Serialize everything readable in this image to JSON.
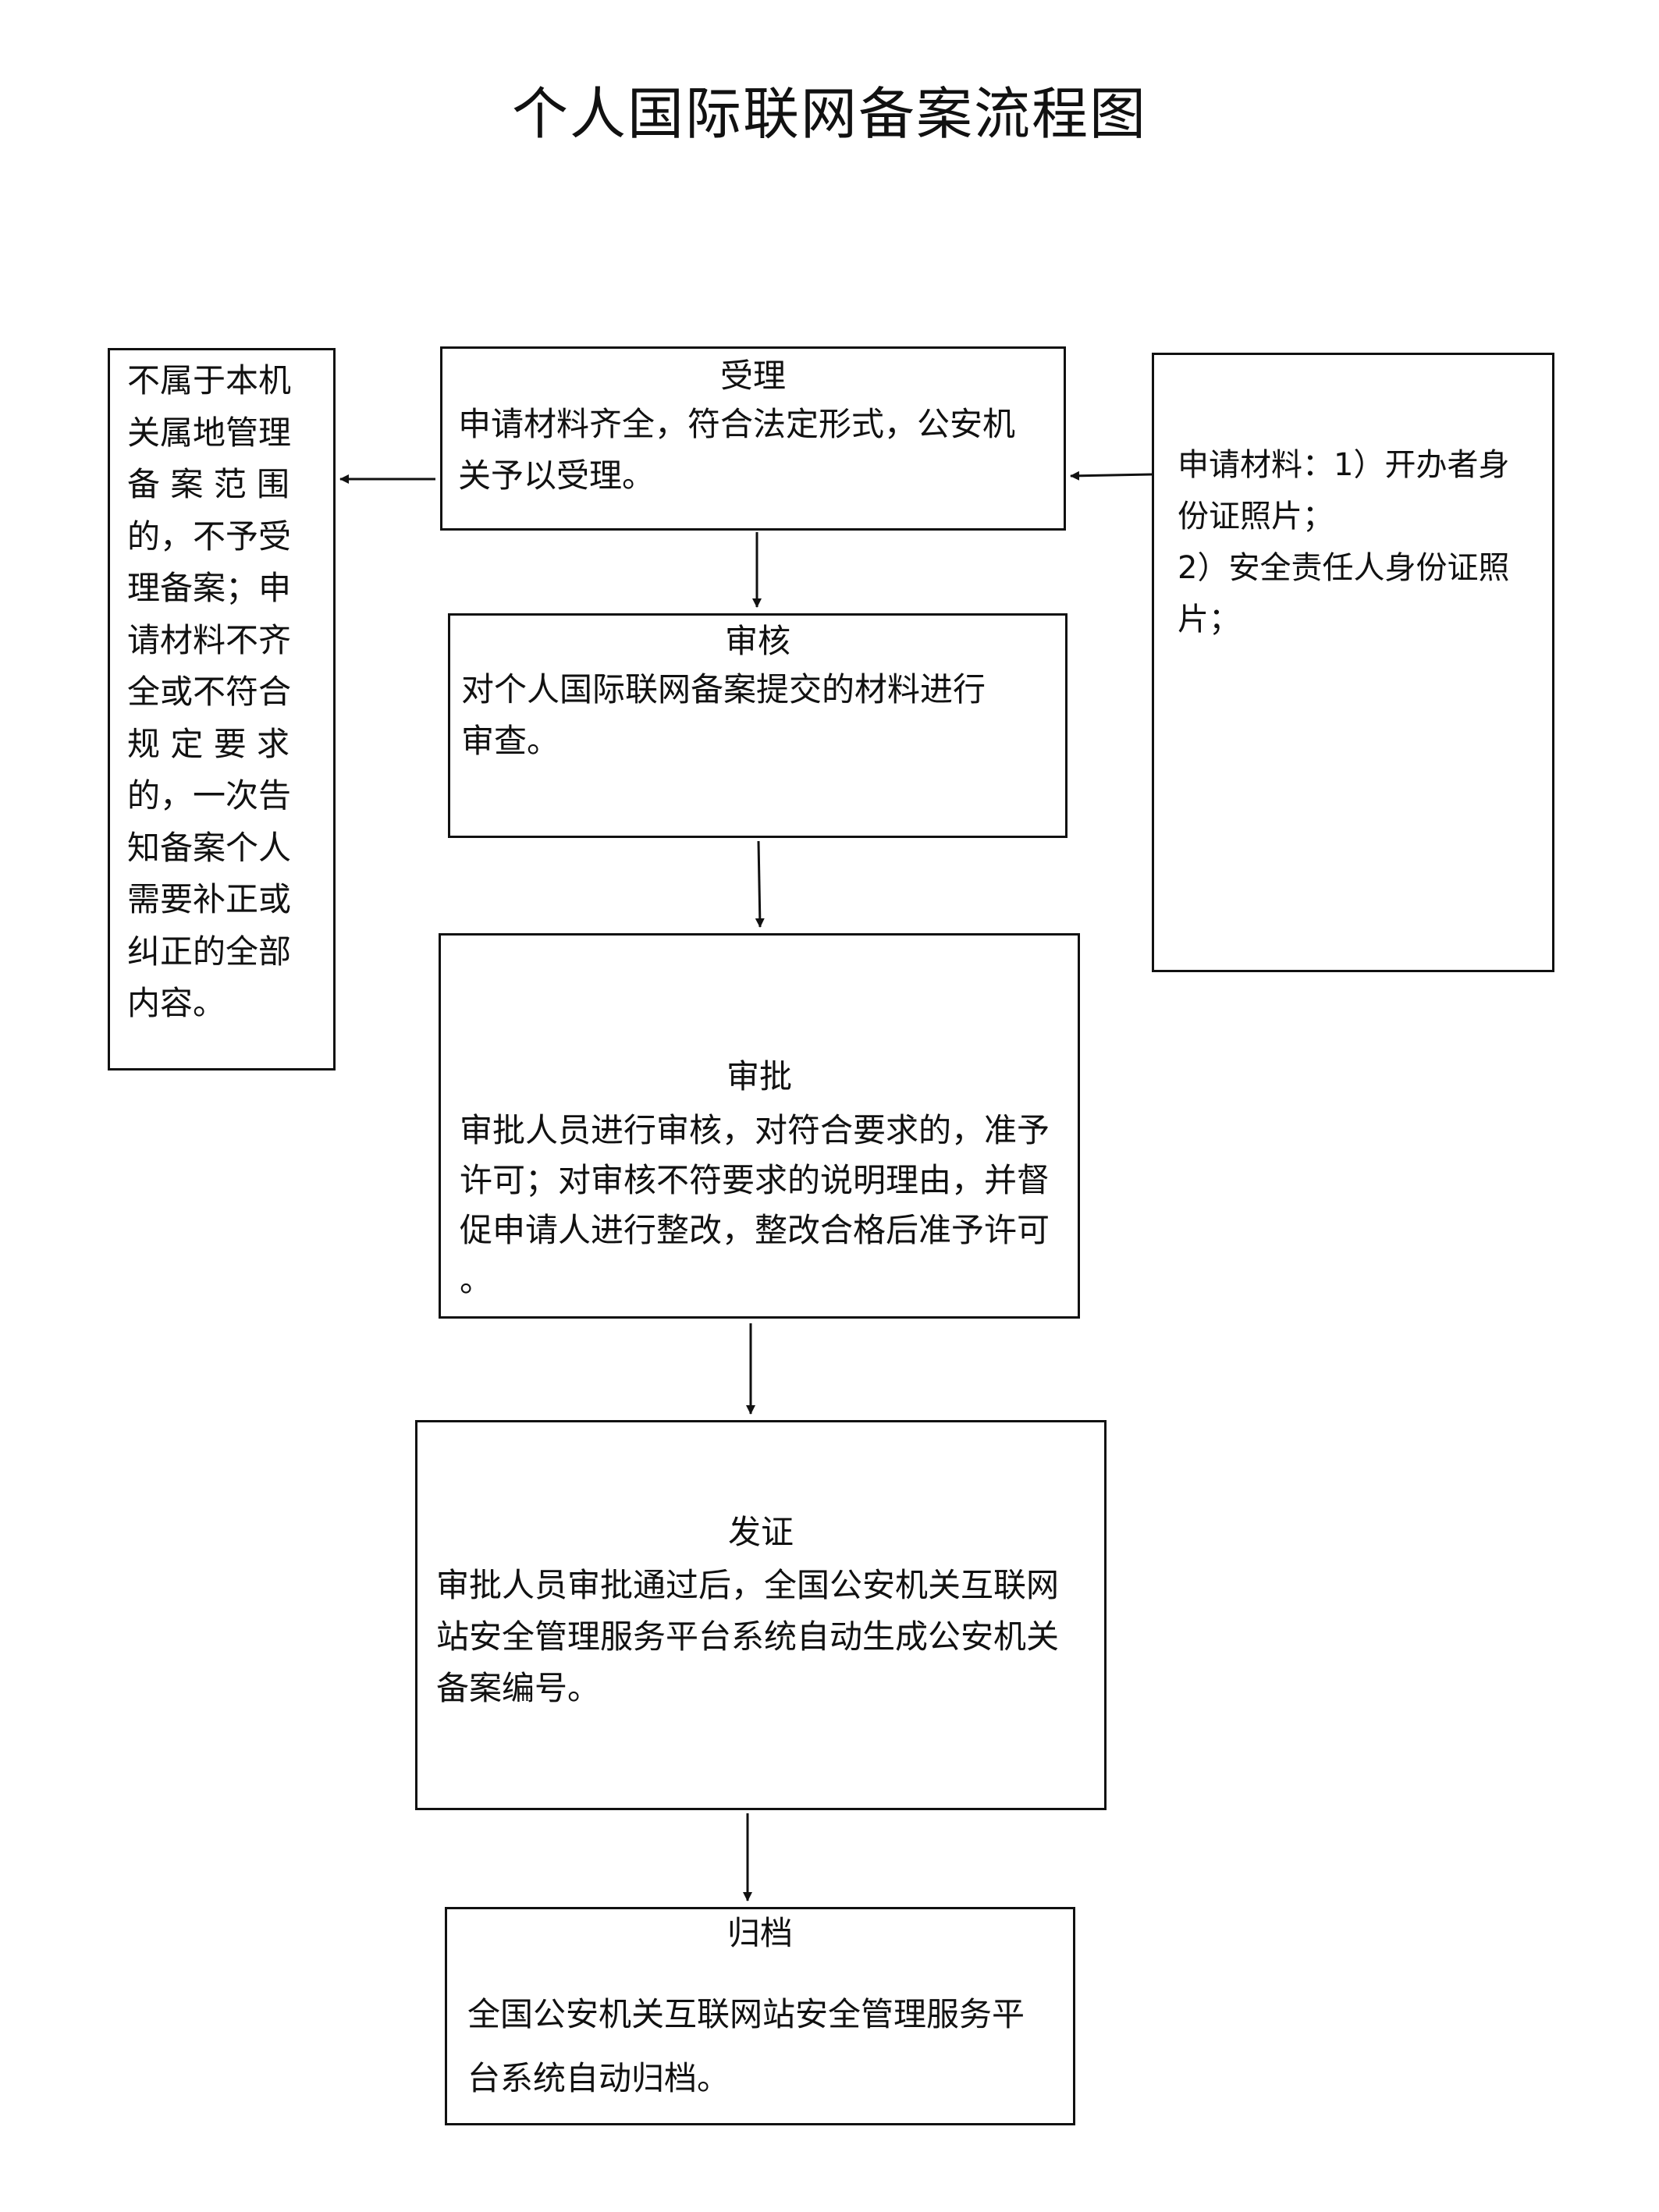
{
  "title": "个人国际联网备案流程图",
  "reject_note": "不属于本机\n关属地管理\n备 案 范 围\n的，不予受\n理备案；申\n请材料不齐\n全或不符合\n规 定 要 求\n的，一次告\n知备案个人\n需要补正或\n纠正的全部\n内容。",
  "materials_note": "申请材料：1）开办者身\n份证照片；\n2）安全责任人身份证照\n片；",
  "steps": [
    {
      "title": "受理",
      "body": "申请材料齐全，符合法定形式，公安机\n关予以受理。"
    },
    {
      "title": "审核",
      "body": "对个人国际联网备案提交的材料进行\n审查。"
    },
    {
      "title": "审批",
      "body": "审批人员进行审核，对符合要求的，准予\n许可；对审核不符要求的说明理由，并督\n促申请人进行整改，整改合格后准予许可\n。"
    },
    {
      "title": "发证",
      "body": "审批人员审批通过后，全国公安机关互联网\n站安全管理服务平台系统自动生成公安机关\n备案编号。"
    },
    {
      "title": "归档",
      "body": "全国公安机关互联网站安全管理服务平\n台系统自动归档。"
    }
  ]
}
